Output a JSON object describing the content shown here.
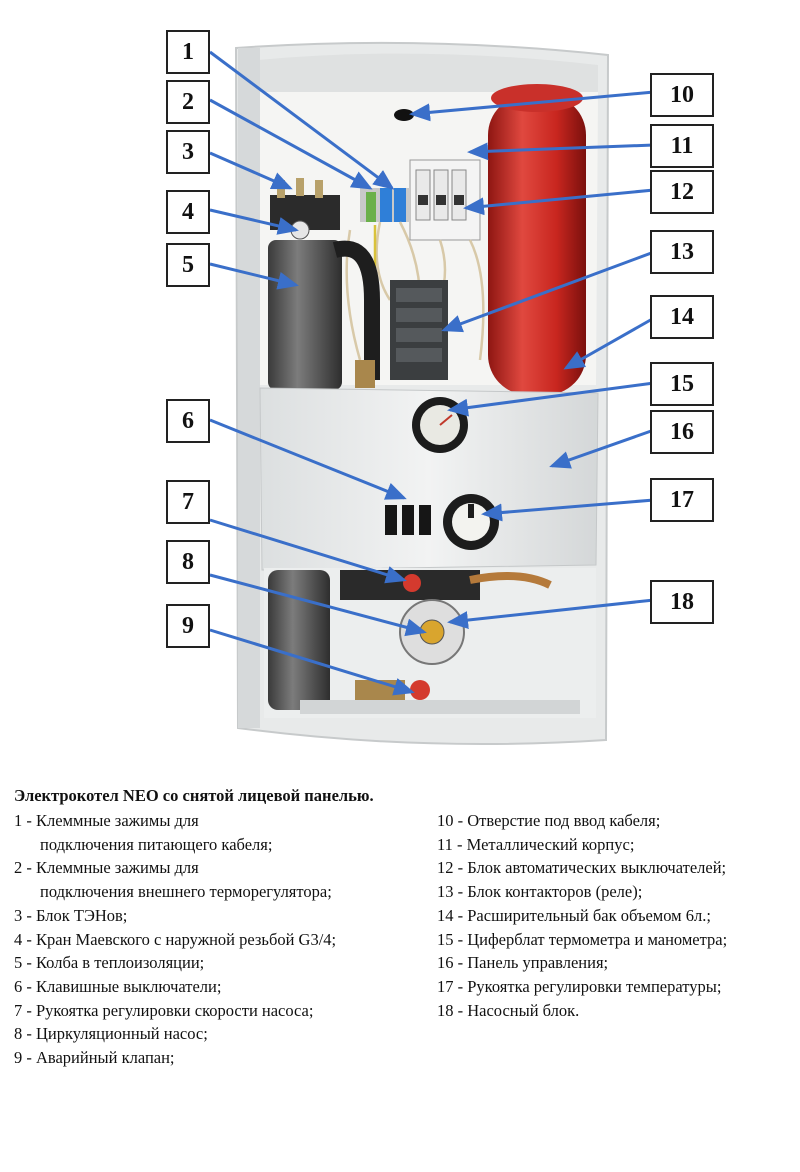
{
  "caption": "Электрокотел NEO со снятой лицевой панелью.",
  "callouts": [
    "1",
    "2",
    "3",
    "4",
    "5",
    "6",
    "7",
    "8",
    "9",
    "10",
    "11",
    "12",
    "13",
    "14",
    "15",
    "16",
    "17",
    "18"
  ],
  "legend_left": [
    {
      "text": "1 - Клеммные зажимы для",
      "indent": false
    },
    {
      "text": "подключения питающего кабеля;",
      "indent": true
    },
    {
      "text": "2 - Клеммные зажимы для",
      "indent": false
    },
    {
      "text": "подключения внешнего терморегулятора;",
      "indent": true
    },
    {
      "text": "3 - Блок ТЭНов;",
      "indent": false
    },
    {
      "text": "4 - Кран Маевского с наружной резьбой G3/4;",
      "indent": false
    },
    {
      "text": "5 - Колба в теплоизоляции;",
      "indent": false
    },
    {
      "text": "6 - Клавишные выключатели;",
      "indent": false
    },
    {
      "text": "7 - Рукоятка регулировки скорости насоса;",
      "indent": false
    },
    {
      "text": "8 - Циркуляционный насос;",
      "indent": false
    },
    {
      "text": "9 - Аварийный клапан;",
      "indent": false
    }
  ],
  "legend_right": [
    {
      "text": "10 - Отверстие под ввод кабеля;"
    },
    {
      "text": "11 - Металлический корпус;"
    },
    {
      "text": "12 - Блок автоматических выключателей;"
    },
    {
      "text": "13 - Блок контакторов (реле);"
    },
    {
      "text": "14 - Расширительный бак объемом 6л.;"
    },
    {
      "text": "15 - Циферблат термометра и манометра;"
    },
    {
      "text": "16 - Панель управления;"
    },
    {
      "text": "17 - Рукоятка регулировки температуры;"
    },
    {
      "text": "18 - Насосный блок."
    }
  ],
  "colors": {
    "arrow": "#3a6fc9",
    "tank": "#d8322c",
    "housing": "#eef0f0"
  }
}
